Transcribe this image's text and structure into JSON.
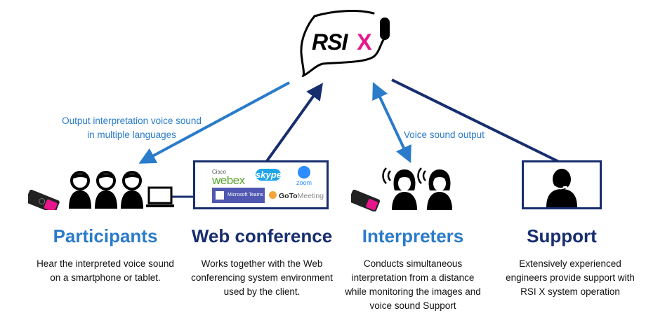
{
  "logo": {
    "text_left": "RSI",
    "text_right": "X",
    "colors": {
      "text": "#000000",
      "x": "#e8168c"
    }
  },
  "arrow_labels": {
    "participants": [
      "Output interpretation voice sound",
      "in multiple languages"
    ],
    "interpreters": "Voice sound output"
  },
  "colors": {
    "light_blue": "#2a7bc9",
    "dark_blue": "#172e6e",
    "text": "#111111"
  },
  "web_conference_logos": {
    "webex_brand": "Cisco",
    "webex_name": "webex",
    "skype_name": "skype",
    "zoom_name": "zoom",
    "teams_name": "Microsoft Teams",
    "goto_bold": "GoTo",
    "goto_rest": "Meeting"
  },
  "sections": [
    {
      "id": "participants",
      "title": "Participants",
      "title_color": "#2a7bc9",
      "description": "Hear the interpreted voice sound on a smartphone or tablet.",
      "icons": [
        "smartphone-icon",
        "person-icon",
        "person-icon",
        "person-icon",
        "laptop-icon"
      ]
    },
    {
      "id": "web-conference",
      "title": "Web conference",
      "title_color": "#172e6e",
      "description": "Works together with the Web conferencing system environment used by the client.",
      "icons": [
        "webex-logo",
        "skype-logo",
        "zoom-logo",
        "microsoft-teams-logo",
        "gotomeeting-logo"
      ]
    },
    {
      "id": "interpreters",
      "title": "Interpreters",
      "title_color": "#2a7bc9",
      "description": "Conducts simultaneous interpretation from a distance while monitoring the images and voice sound Support",
      "icons": [
        "smartphone-icon",
        "interpreter-icon",
        "interpreter-icon"
      ]
    },
    {
      "id": "support",
      "title": "Support",
      "title_color": "#172e6e",
      "description": "Extensively experienced engineers provide support with RSI X system operation",
      "icons": [
        "support-headset-icon"
      ]
    }
  ]
}
